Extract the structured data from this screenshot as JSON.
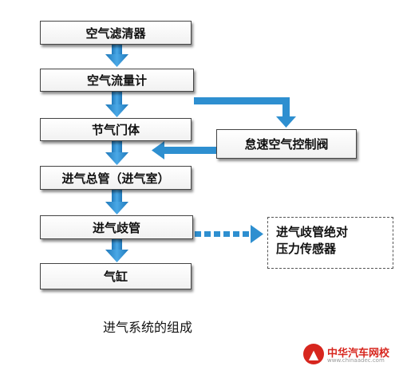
{
  "diagram": {
    "boxes": [
      {
        "id": "air_filter",
        "label": "空气滤清器"
      },
      {
        "id": "air_flow_meter",
        "label": "空气流量计"
      },
      {
        "id": "throttle_body",
        "label": "节气门体"
      },
      {
        "id": "intake_manifold_chamber",
        "label": "进气总管（进气室）"
      },
      {
        "id": "intake_branch_pipe",
        "label": "进气歧管"
      },
      {
        "id": "cylinder",
        "label": "气缸"
      }
    ],
    "side_boxes": [
      {
        "id": "idle_valve",
        "label": "怠速空气控制阀"
      },
      {
        "id": "pressure_sensor",
        "lines": [
          "进气歧管绝对",
          "压力传感器"
        ]
      }
    ],
    "caption": "进气系统的组成",
    "colors": {
      "arrow": "#2e8fd0",
      "box_border": "#444444",
      "logo_red": "#d7261e"
    }
  },
  "watermark": {
    "text": "中华汽车网校",
    "url": "www.chinaadec.com",
    "icon": "car-logo-icon"
  }
}
